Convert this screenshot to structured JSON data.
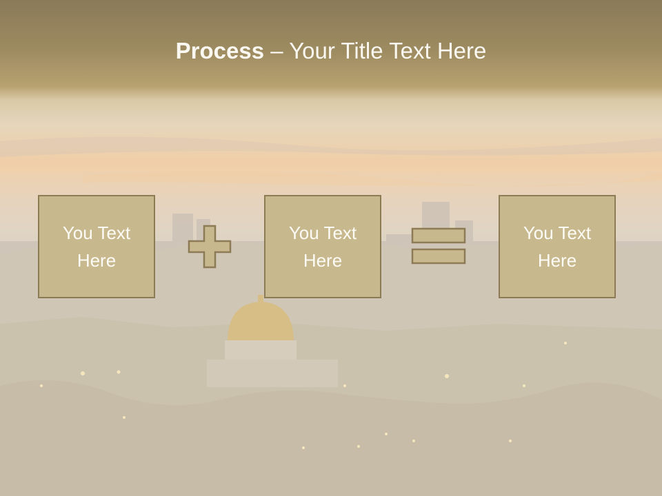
{
  "slide": {
    "title_bold": "Process",
    "title_rest": " – Your Title Text Here"
  },
  "boxes": [
    {
      "label": "You Text Here"
    },
    {
      "label": "You Text Here"
    },
    {
      "label": "You Text Here"
    }
  ],
  "operators": [
    "plus-icon",
    "equals-icon"
  ],
  "colors": {
    "box_fill": "#c8b88e",
    "box_border": "#8c7b55",
    "text": "#fdfbf5",
    "header_band": "#8a7a58"
  }
}
